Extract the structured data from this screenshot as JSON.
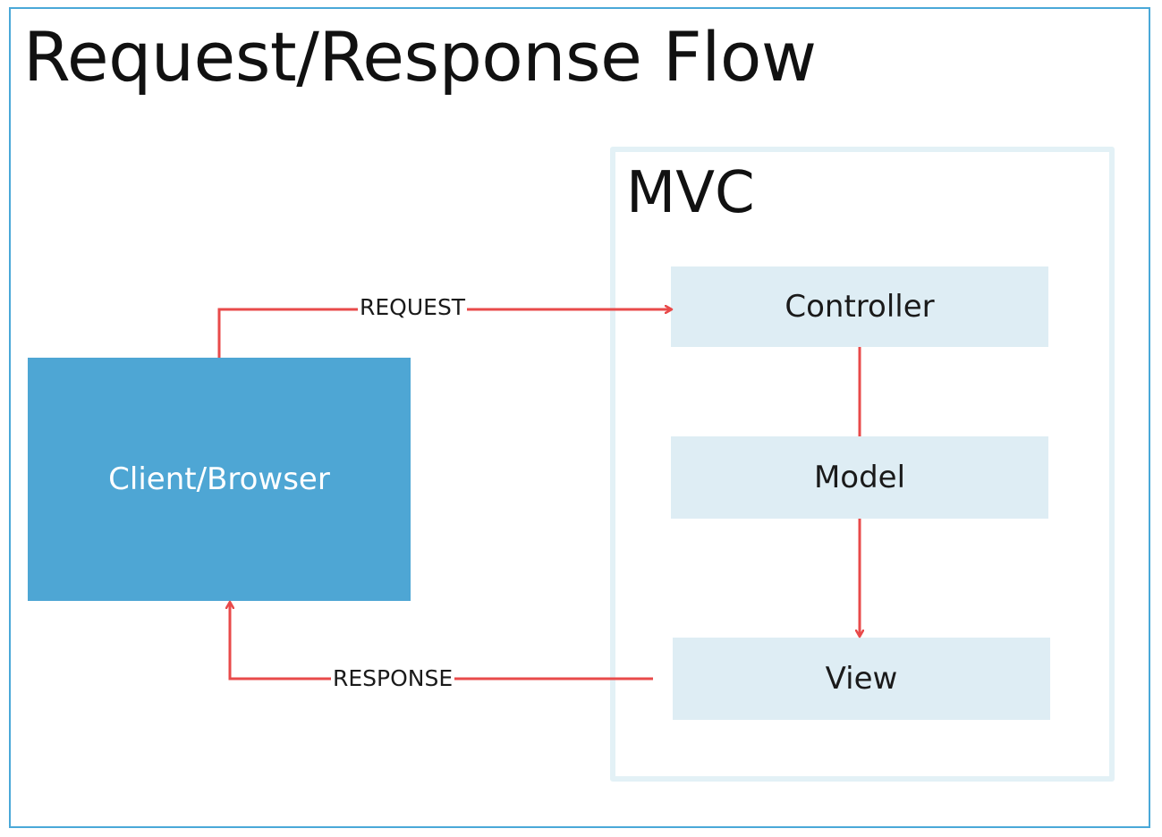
{
  "diagram": {
    "title": "Request/Response Flow",
    "container_label": "MVC",
    "nodes": {
      "client": "Client/Browser",
      "controller": "Controller",
      "model": "Model",
      "view": "View"
    },
    "edges": {
      "request": "REQUEST",
      "response": "RESPONSE"
    },
    "colors": {
      "frame": "#4aa8d8",
      "client_fill": "#4ea6d4",
      "mvc_box_fill": "#deedf4",
      "container_border": "#e3f1f6",
      "arrow": "#e84a4a"
    }
  }
}
